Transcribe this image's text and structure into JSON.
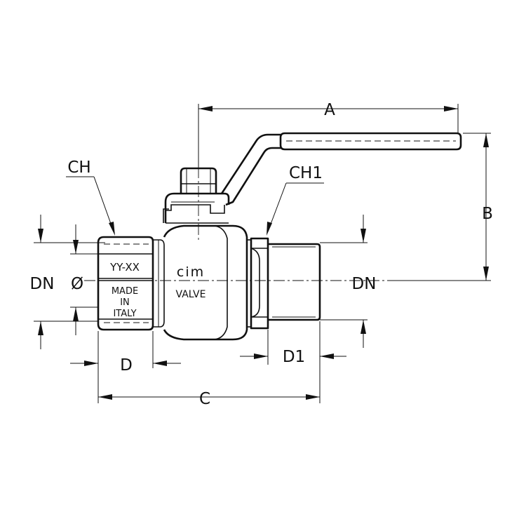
{
  "drawing": {
    "labels": {
      "a": "A",
      "b": "B",
      "c": "C",
      "d": "D",
      "d1": "D1",
      "ch": "CH",
      "ch1": "CH1",
      "dn_left": "DN",
      "dn_right": "DN",
      "diameter": "Ø"
    },
    "body_markings": {
      "size_code": "YY-XX",
      "brand": "cim",
      "valve": "VALVE",
      "made": "MADE",
      "in": "IN",
      "italy": "ITALY"
    }
  }
}
